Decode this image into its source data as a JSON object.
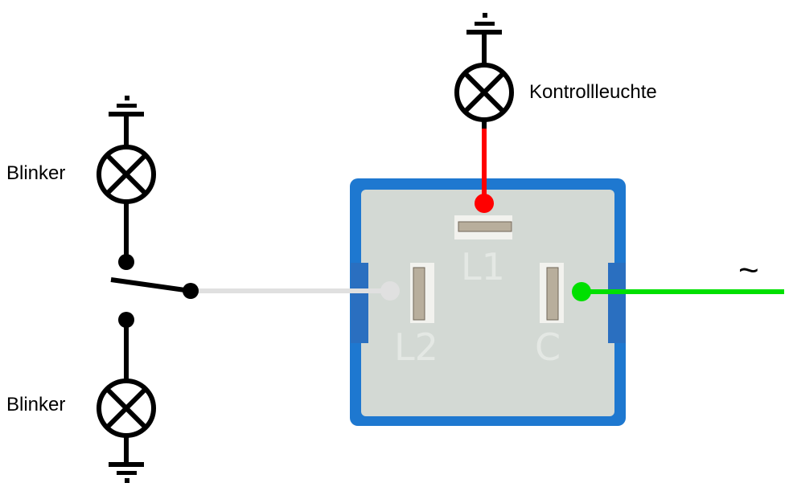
{
  "labels": {
    "blinker_top": "Blinker",
    "blinker_bottom": "Blinker",
    "indicator_lamp": "Kontrollleuchte",
    "ac_symbol": "~"
  },
  "relay": {
    "pins": {
      "l1": "L1",
      "l2": "L2",
      "c": "C"
    }
  },
  "colors": {
    "wire_l1": "#ff0000",
    "wire_l2": "#e0e0e0",
    "wire_c": "#00e000",
    "relay_housing": "#1e78d0",
    "relay_face": "#cfd6d0"
  }
}
